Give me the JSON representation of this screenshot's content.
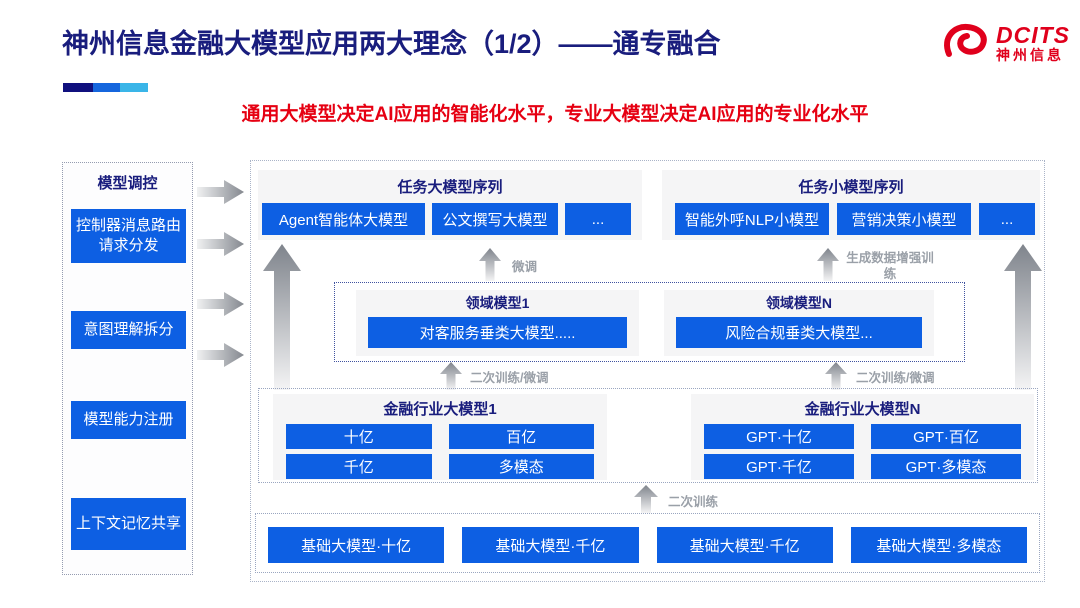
{
  "header": {
    "title": "神州信息金融大模型应用两大理念（1/2）——通专融合",
    "subtitle": "通用大模型决定AI应用的智能化水平，专业大模型决定AI应用的专业化水平",
    "logo_text": "DCITS",
    "logo_subtext": "神州信息"
  },
  "sidebar": {
    "title": "模型调控",
    "items": [
      "控制器消息路由请求分发",
      "意图理解拆分",
      "模型能力注册",
      "上下文记忆共享"
    ]
  },
  "top_panels": [
    {
      "title": "任务大模型序列",
      "items": [
        "Agent智能体大模型",
        "公文撰写大模型",
        "..."
      ]
    },
    {
      "title": "任务小模型序列",
      "items": [
        "智能外呼NLP小模型",
        "营销决策小模型",
        "..."
      ]
    }
  ],
  "domain_box": {
    "panels": [
      {
        "title": "领域模型1",
        "item": "对客服务垂类大模型....."
      },
      {
        "title": "领域模型N",
        "item": "风险合规垂类大模型..."
      }
    ]
  },
  "industry_box": {
    "panels": [
      {
        "title": "金融行业大模型1",
        "items": [
          "十亿",
          "百亿",
          "千亿",
          "多模态"
        ]
      },
      {
        "title": "金融行业大模型N",
        "items": [
          "GPT·十亿",
          "GPT·百亿",
          "GPT·千亿",
          "GPT·多模态"
        ]
      }
    ]
  },
  "base_box": {
    "items": [
      "基础大模型·十亿",
      "基础大模型·千亿",
      "基础大模型·千亿",
      "基础大模型·多模态"
    ]
  },
  "arrow_labels": {
    "finetune": "微调",
    "gen_augment": "生成数据增强训练",
    "retrain_left": "二次训练/微调",
    "retrain_right": "二次训练/微调",
    "retrain_bottom": "二次训练"
  },
  "colors": {
    "accent_blue": "#0d5fe3",
    "navy": "#191d7d",
    "red": "#e60012",
    "label_gray": "#9aa0a8",
    "panel_bg": "#f5f5f6",
    "bar_dark": "#10107e",
    "bar_mid": "#1566dd",
    "bar_light": "#3ab5e8"
  }
}
